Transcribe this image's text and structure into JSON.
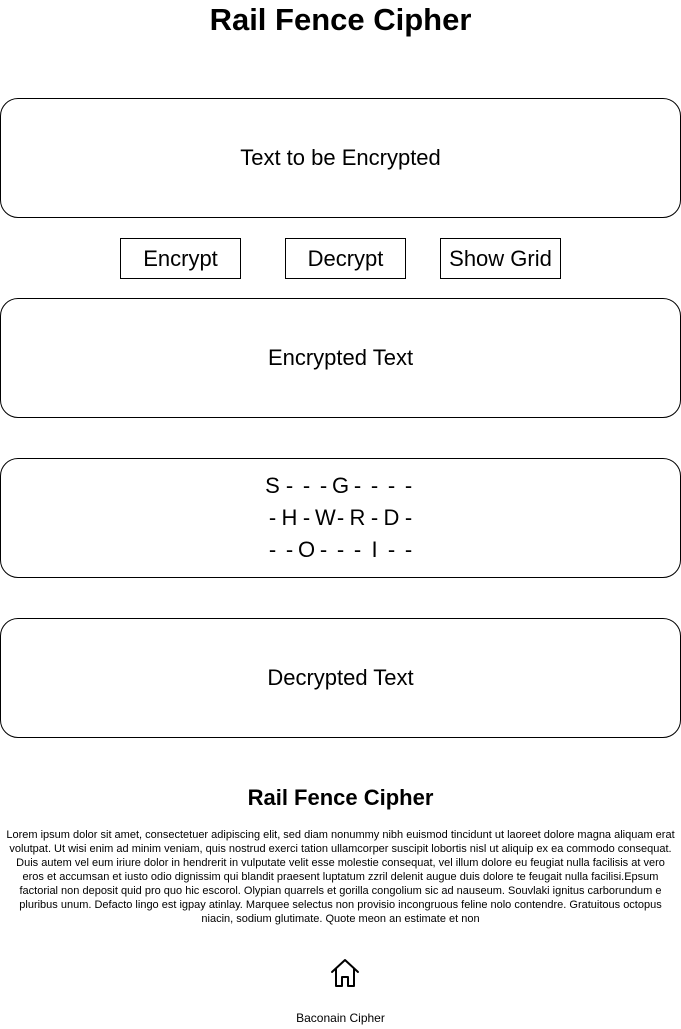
{
  "header": {
    "title": "Rail Fence Cipher"
  },
  "input": {
    "placeholder": "Text to be Encrypted"
  },
  "buttons": {
    "encrypt": "Encrypt",
    "decrypt": "Decrypt",
    "show_grid": "Show Grid"
  },
  "encrypted": {
    "placeholder": "Encrypted Text"
  },
  "grid": {
    "rows": [
      [
        "S",
        "-",
        "-",
        "-",
        "G",
        "-",
        "-",
        "-",
        "-"
      ],
      [
        "-",
        "H",
        "-",
        "W",
        "-",
        "R",
        "-",
        "D",
        "-"
      ],
      [
        "-",
        "-",
        "O",
        "-",
        "-",
        "-",
        "I",
        "-",
        "-"
      ]
    ]
  },
  "decrypted": {
    "placeholder": "Decrypted Text"
  },
  "about": {
    "title": "Rail Fence Cipher",
    "body": "Lorem ipsum dolor sit amet, consectetuer adipiscing elit, sed diam nonummy nibh euismod tincidunt ut laoreet dolore magna aliquam erat volutpat. Ut wisi enim ad minim veniam, quis nostrud exerci tation ullamcorper suscipit lobortis nisl ut aliquip ex ea commodo consequat. Duis autem vel eum iriure dolor in hendrerit in vulputate velit esse molestie consequat, vel illum dolore eu feugiat nulla facilisis at vero eros et accumsan et iusto odio dignissim qui blandit praesent luptatum zzril delenit augue duis dolore te feugait nulla facilisi.Epsum factorial non deposit quid pro quo hic escorol. Olypian quarrels et gorilla congolium sic ad nauseum. Souvlaki ignitus carborundum e pluribus unum. Defacto lingo est igpay atinlay. Marquee selectus non provisio incongruous feline nolo contendre. Gratuitous octopus niacin, sodium glutimate. Quote meon an estimate et non"
  },
  "footer": {
    "home_icon": "home-icon",
    "link_label": "Baconain Cipher"
  }
}
